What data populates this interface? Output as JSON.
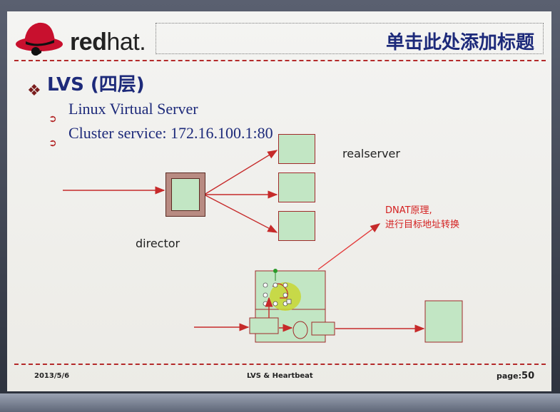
{
  "header": {
    "logo_text_bold": "red",
    "logo_text_light": "hat",
    "logo_dot": ".",
    "title_placeholder": "单击此处添加标题"
  },
  "content": {
    "heading": "LVS (四层)",
    "bullets": [
      "Linux Virtual Server",
      "Cluster service: 172.16.100.1:80"
    ]
  },
  "diagram": {
    "realserver_label": "realserver",
    "director_label": "director",
    "dnat_note_line1": "DNAT原理,",
    "dnat_note_line2": "进行目标地址转换"
  },
  "footer": {
    "date": "2013/5/6",
    "center": "LVS & Heartbeat",
    "page_prefix": "page:",
    "page_number": "50"
  },
  "colors": {
    "title_blue": "#1d2a7a",
    "accent_red": "#b42a2a",
    "box_green": "#c2e6c4",
    "note_red": "#d42020"
  }
}
